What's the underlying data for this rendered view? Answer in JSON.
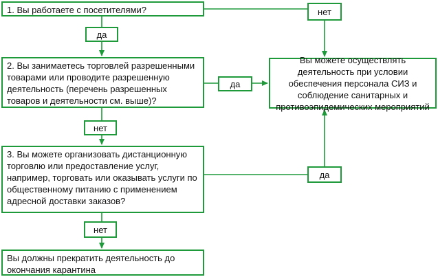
{
  "questions": {
    "q1": "1. Вы работаете с посетителями?",
    "q2": "2. Вы занимаетесь торговлей разрешенными товарами или проводите разрешенную деятельность (перечень разрешенных товаров и деятельности см. выше)?",
    "q3": "3. Вы можете организовать дистанционную торговлю или предоставление услуг, например, торговать или оказывать услуги по общественному питанию с применением адресной доставки заказов?",
    "q4": "Вы должны прекратить деятельность до окончания карантина"
  },
  "result": "Вы можете осуществлять деятельность при условии обеспечения персонала СИЗ и соблюдение санитарных и противоэпидемических мероприятий",
  "labels": {
    "no_top": "нет",
    "yes_1": "да",
    "yes_2": "да",
    "no_2": "нет",
    "yes_3": "да",
    "no_3": "нет"
  },
  "colors": {
    "border": "#1e9a3a",
    "arrow": "#1e9a3a"
  }
}
